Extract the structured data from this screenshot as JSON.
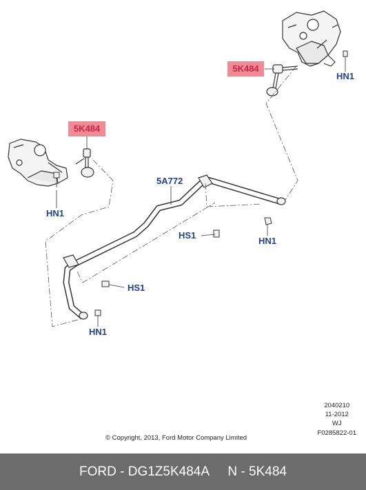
{
  "labels": {
    "hl_right": "5K484",
    "hl_left": "5K484",
    "bar": "5A772",
    "hn1_right_top": "HN1",
    "hn1_left": "HN1",
    "hn1_center": "HN1",
    "hn1_bottom": "HN1",
    "hs1_center": "HS1",
    "hs1_lower": "HS1"
  },
  "meta": {
    "code": "2040210",
    "date": "11-2012",
    "model": "WJ",
    "ref": "F0285822-01"
  },
  "copyright": "© Copyright, 2013, Ford Motor Company Limited",
  "footer": {
    "part": "FORD - DG1Z5K484A",
    "name": "N - 5K484"
  },
  "colors": {
    "callout_text": "#1f3f9a",
    "highlight_bg": "#f08a95",
    "highlight_text": "#c4264a",
    "footer_bg": "#6c6c6c",
    "footer_text": "#ffffff"
  }
}
